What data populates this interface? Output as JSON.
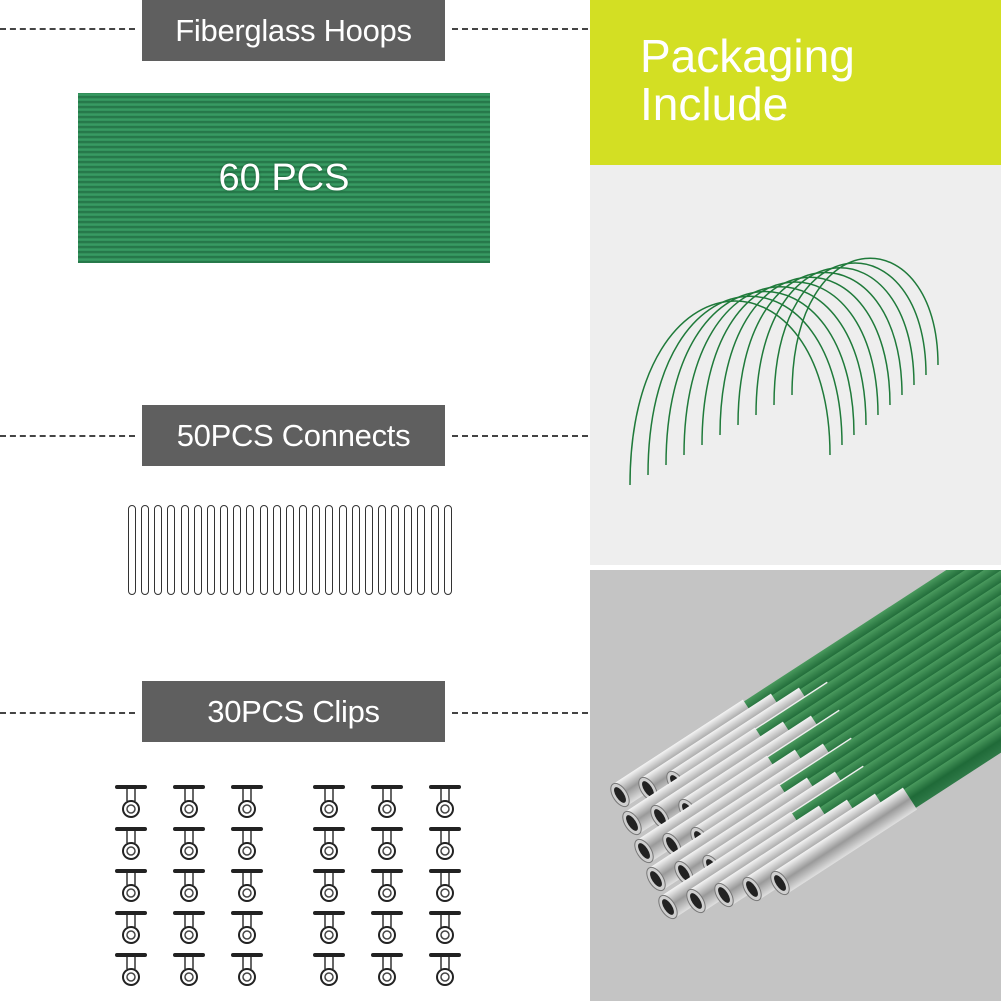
{
  "sections": [
    {
      "label": "Fiberglass Hoops",
      "quantity_text": "60 PCS"
    },
    {
      "label": "50PCS Connects"
    },
    {
      "label": "30PCS Clips"
    }
  ],
  "header": {
    "line1": "Packaging",
    "line2": "Include"
  },
  "colors": {
    "label_bg": "#5f5f5f",
    "hoop_green": "#2f8a56",
    "lime": "#d3df23",
    "light_panel": "#eeeeee",
    "gray_panel": "#c4c4c4"
  },
  "counts": {
    "connectors_shown": 25,
    "clip_columns": 6,
    "clip_rows": 5,
    "arches_shown": 10
  }
}
